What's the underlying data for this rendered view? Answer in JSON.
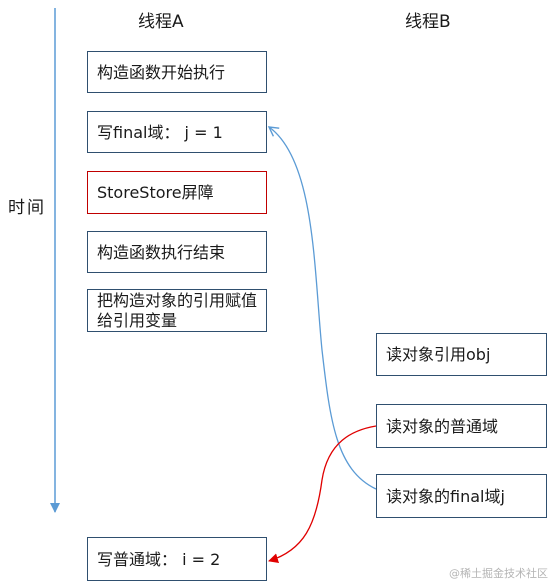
{
  "headers": {
    "thread_a": "线程A",
    "thread_b": "线程B"
  },
  "time_axis_label": "时间",
  "thread_a_steps": [
    "构造函数开始执行",
    "写final域：  j = 1",
    "StoreStore屏障",
    "构造函数执行结束",
    "把构造对象的引用赋值给引用变量",
    "写普通域：  i = 2"
  ],
  "thread_b_steps": [
    "读对象引用obj",
    "读对象的普通域",
    "读对象的final域j"
  ],
  "watermark": "@稀土掘金技术社区",
  "colors": {
    "box_border": "#2f4f6f",
    "barrier_border": "#c00000",
    "time_arrow": "#5b9bd5",
    "final_arrow": "#5b9bd5",
    "normal_arrow": "#e00000"
  }
}
